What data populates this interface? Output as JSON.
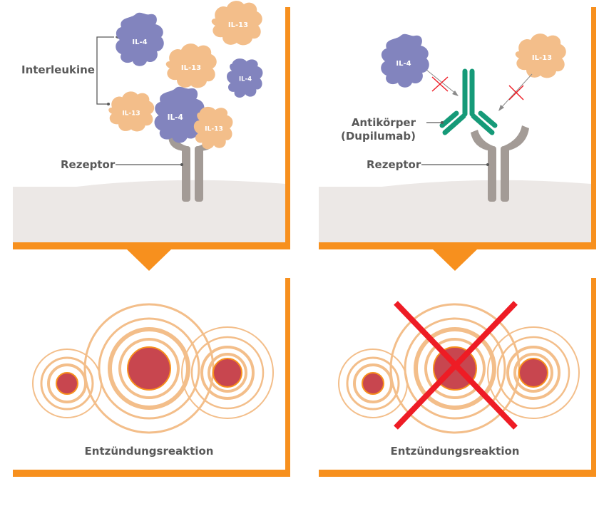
{
  "colors": {
    "orange": "#F7901E",
    "il4": "#8284BE",
    "il13": "#F3BE8A",
    "receptor": "#A39B96",
    "antibody": "#159A78",
    "cell": "#ECE8E6",
    "label": "#595959",
    "inflammation_core": "#C8464F",
    "cross": "#EE1C25"
  },
  "icons": [
    "il4-protein",
    "il13-protein",
    "receptor",
    "antibody",
    "bracket",
    "red-x",
    "inflammation-circles",
    "big-red-cross"
  ],
  "left_top": {
    "interleukine": "Interleukine",
    "rezeptor": "Rezeptor",
    "il4_a": "IL-4",
    "il13_a": "IL-13",
    "il13_b": "IL-13",
    "il4_b": "IL-4",
    "il13_c": "IL-13",
    "il4_c": "IL-4",
    "il13_d": "IL-13"
  },
  "right_top": {
    "antikoerper_line1": "Antikörper",
    "antikoerper_line2": "(Dupilumab)",
    "rezeptor": "Rezeptor",
    "il4": "IL-4",
    "il13": "IL-13"
  },
  "left_bottom": {
    "caption": "Entzündungsreaktion"
  },
  "right_bottom": {
    "caption": "Entzündungsreaktion"
  }
}
